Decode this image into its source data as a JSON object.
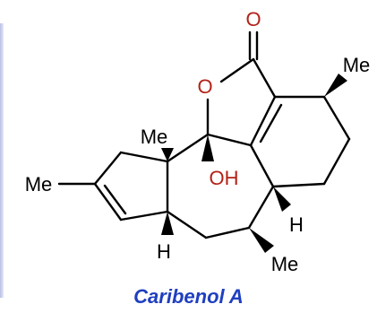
{
  "structure": {
    "caption": "Caribenol A",
    "colors": {
      "bond": "#000000",
      "heteroatom": "#b22218",
      "text": "#000000",
      "caption": "#1f3fbf"
    },
    "atoms": {
      "carbonyl_o": "O",
      "ring_o": "O",
      "hydroxyl": "OH",
      "me_top_right": "Me",
      "me_center": "Me",
      "me_left": "Me",
      "me_bottom": "Me",
      "h_bottom_left": "H",
      "h_right": "H"
    }
  }
}
